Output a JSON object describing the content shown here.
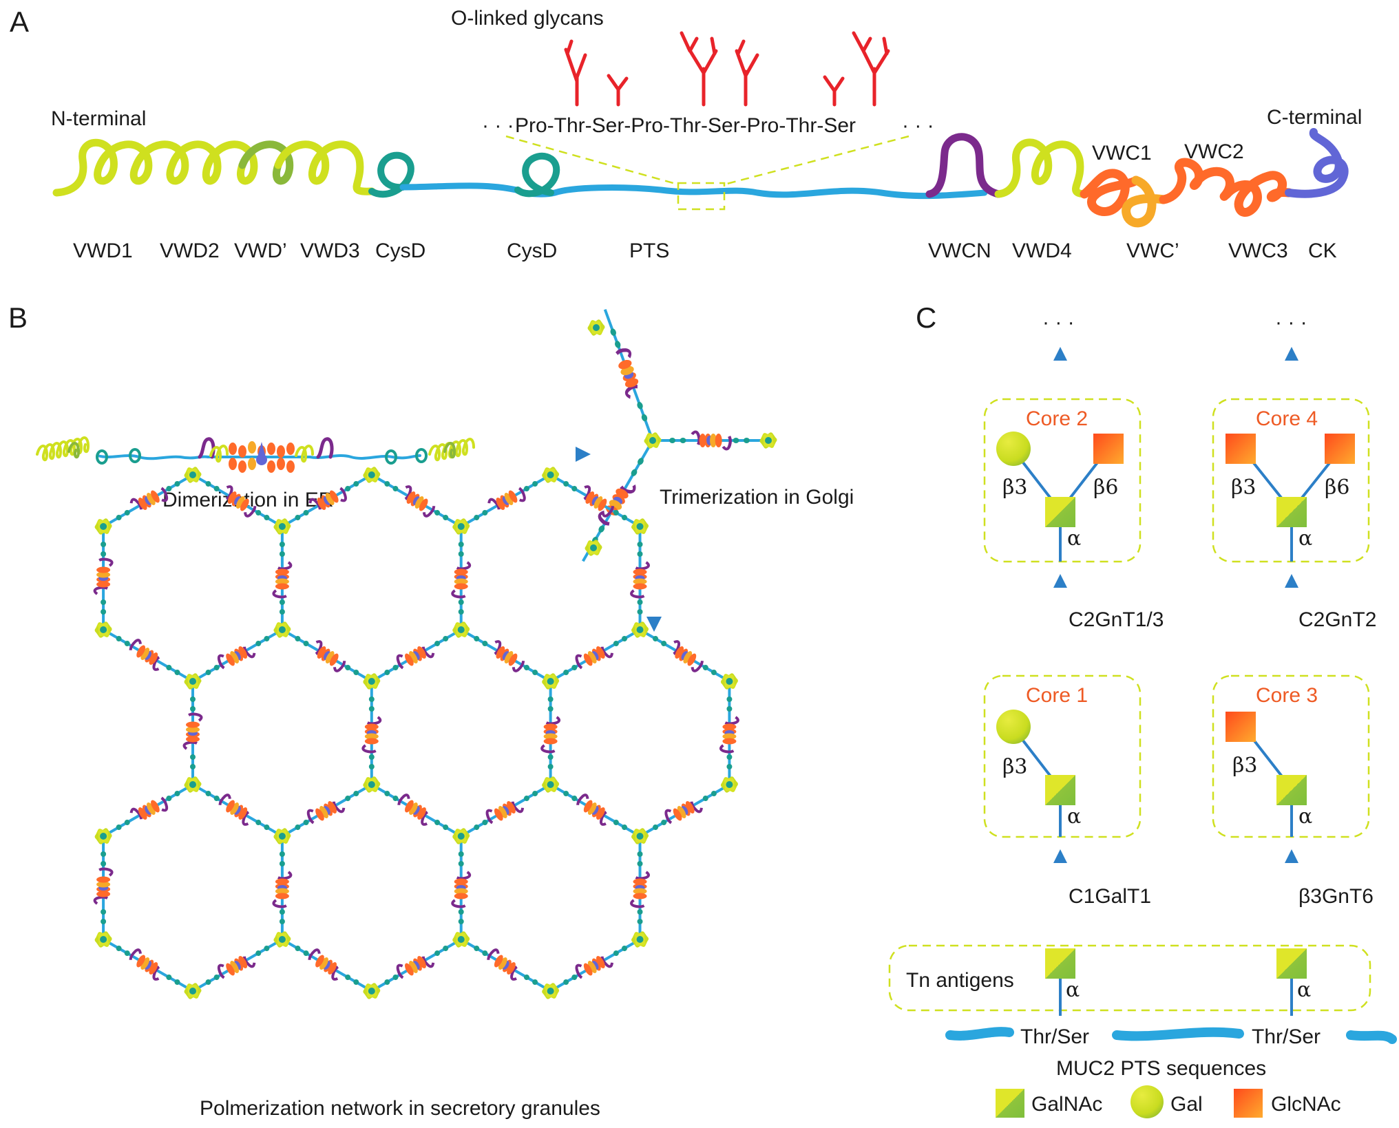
{
  "colors": {
    "lime": "#cfe01f",
    "olive": "#8ab83a",
    "teal": "#1a9e8f",
    "blue_line": "#2aa6de",
    "purple": "#7b2a8c",
    "orange": "#ff6a2a",
    "orange_light": "#f7a928",
    "indigo": "#6166d6",
    "glycan_red": "#e8232a",
    "arrow_blue": "#2c7fc7",
    "dash_box": "#cfe01f",
    "core_title": "#ee5a24"
  },
  "panel_a": {
    "letter": "A",
    "n_terminal": "N-terminal",
    "c_terminal": "C-terminal",
    "glycans_title": "O-linked glycans",
    "dots_left": "· · ·",
    "sequence": "Pro-Thr-Ser-Pro-Thr-Ser-Pro-Thr-Ser",
    "dots_right": "· · ·",
    "domains": {
      "vwd1": "VWD1",
      "vwd2": "VWD2",
      "vwd_prime": "VWD’",
      "vwd3": "VWD3",
      "cysd1": "CysD",
      "cysd2": "CysD",
      "pts": "PTS",
      "vwcn": "VWCN",
      "vwd4": "VWD4",
      "vwc1": "VWC1",
      "vwc2": "VWC2",
      "vwc_prime": "VWC’",
      "vwc3": "VWC3",
      "ck": "CK"
    }
  },
  "panel_b": {
    "letter": "B",
    "dimer_caption": "Dimerization in ER",
    "trimer_caption": "Trimerization in Golgi",
    "network_caption": "Polmerization network in secretory granules"
  },
  "panel_c": {
    "letter": "C",
    "ellipsis": "· · ·",
    "core1": "Core 1",
    "core2": "Core 2",
    "core3": "Core 3",
    "core4": "Core 4",
    "beta3": "β3",
    "beta6": "β6",
    "alpha": "α",
    "enzyme_c1galt1": "C1GalT1",
    "enzyme_b3gnt6": "β3GnT6",
    "enzyme_c2gnt13": "C2GnT1/3",
    "enzyme_c2gnt2": "C2GnT2",
    "tn_antigens": "Tn antigens",
    "thr_ser": "Thr/Ser",
    "pts_caption": "MUC2 PTS sequences",
    "legend": [
      {
        "icon": "galnac-square-icon",
        "label": "GalNAc"
      },
      {
        "icon": "gal-circle-icon",
        "label": "Gal"
      },
      {
        "icon": "glcnac-square-icon",
        "label": "GlcNAc"
      }
    ]
  }
}
